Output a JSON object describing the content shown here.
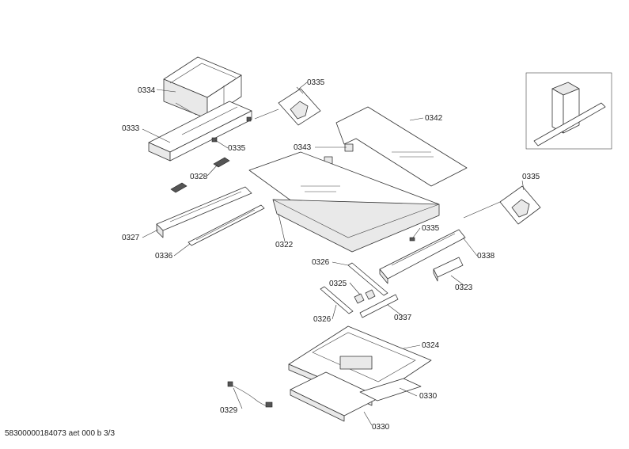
{
  "diagram": {
    "labels": {
      "l0334": "0334",
      "l0335a": "0335",
      "l0333": "0333",
      "l0335b": "0335",
      "l0328": "0328",
      "l0343": "0343",
      "l0342": "0342",
      "l0327": "0327",
      "l0336": "0336",
      "l0322": "0322",
      "l0335c": "0335",
      "l0335d": "0335",
      "l0338": "0338",
      "l0326a": "0326",
      "l0323": "0323",
      "l0325": "0325",
      "l0326b": "0326",
      "l0337": "0337",
      "l0324": "0324",
      "l0329": "0329",
      "l0330a": "0330",
      "l0330b": "0330"
    },
    "footer": "58300000184073 aet 000 b 3/3"
  }
}
